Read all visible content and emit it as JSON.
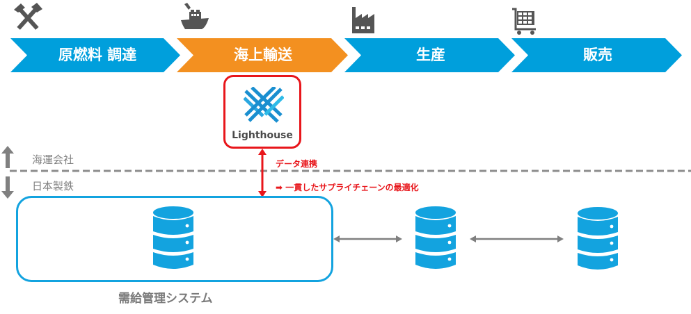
{
  "process_flow": {
    "steps": [
      {
        "label": "原燃料 調達",
        "icon": "hammer-pick-icon",
        "color": "#009fdc"
      },
      {
        "label": "海上輸送",
        "icon": "ship-icon",
        "color": "#f39020"
      },
      {
        "label": "生産",
        "icon": "factory-icon",
        "color": "#009fdc"
      },
      {
        "label": "販売",
        "icon": "shopping-cart-icon",
        "color": "#009fdc"
      }
    ]
  },
  "lighthouse": {
    "label": "Lighthouse",
    "border_color": "#e8161b"
  },
  "divider": {
    "upper_label": "海運会社",
    "lower_label": "日本製鉄"
  },
  "link_annotations": {
    "data_link": "データ連携",
    "outcome": "➡ 一貫したサプライチェーンの最適化",
    "color": "#e8161b"
  },
  "systems": {
    "main_label": "需給管理システム",
    "databases": [
      "database-1",
      "database-2",
      "database-3"
    ],
    "db_color": "#13a3df"
  }
}
